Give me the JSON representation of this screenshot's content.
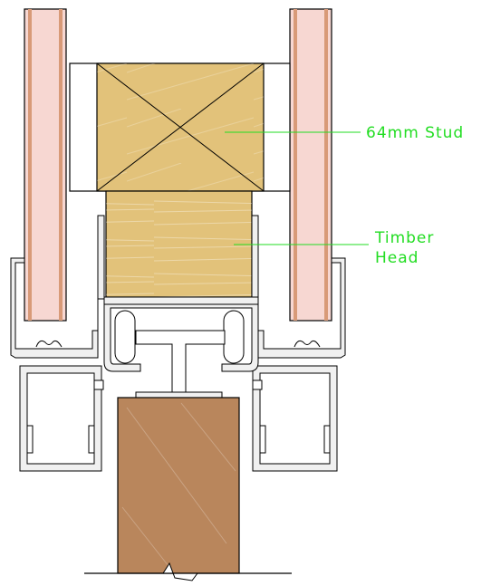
{
  "labels": {
    "stud": "64mm  Stud",
    "timber_line1": "Timber",
    "timber_line2": "Head"
  },
  "colors": {
    "annotation": "#22dd22",
    "plaster": "#f7d7d2",
    "plaster_face": "#d89a78",
    "stud_timber": "#e2c27a",
    "door_timber": "#b9865c",
    "aluminium": "#f0f0f0",
    "outline": "#000000"
  }
}
